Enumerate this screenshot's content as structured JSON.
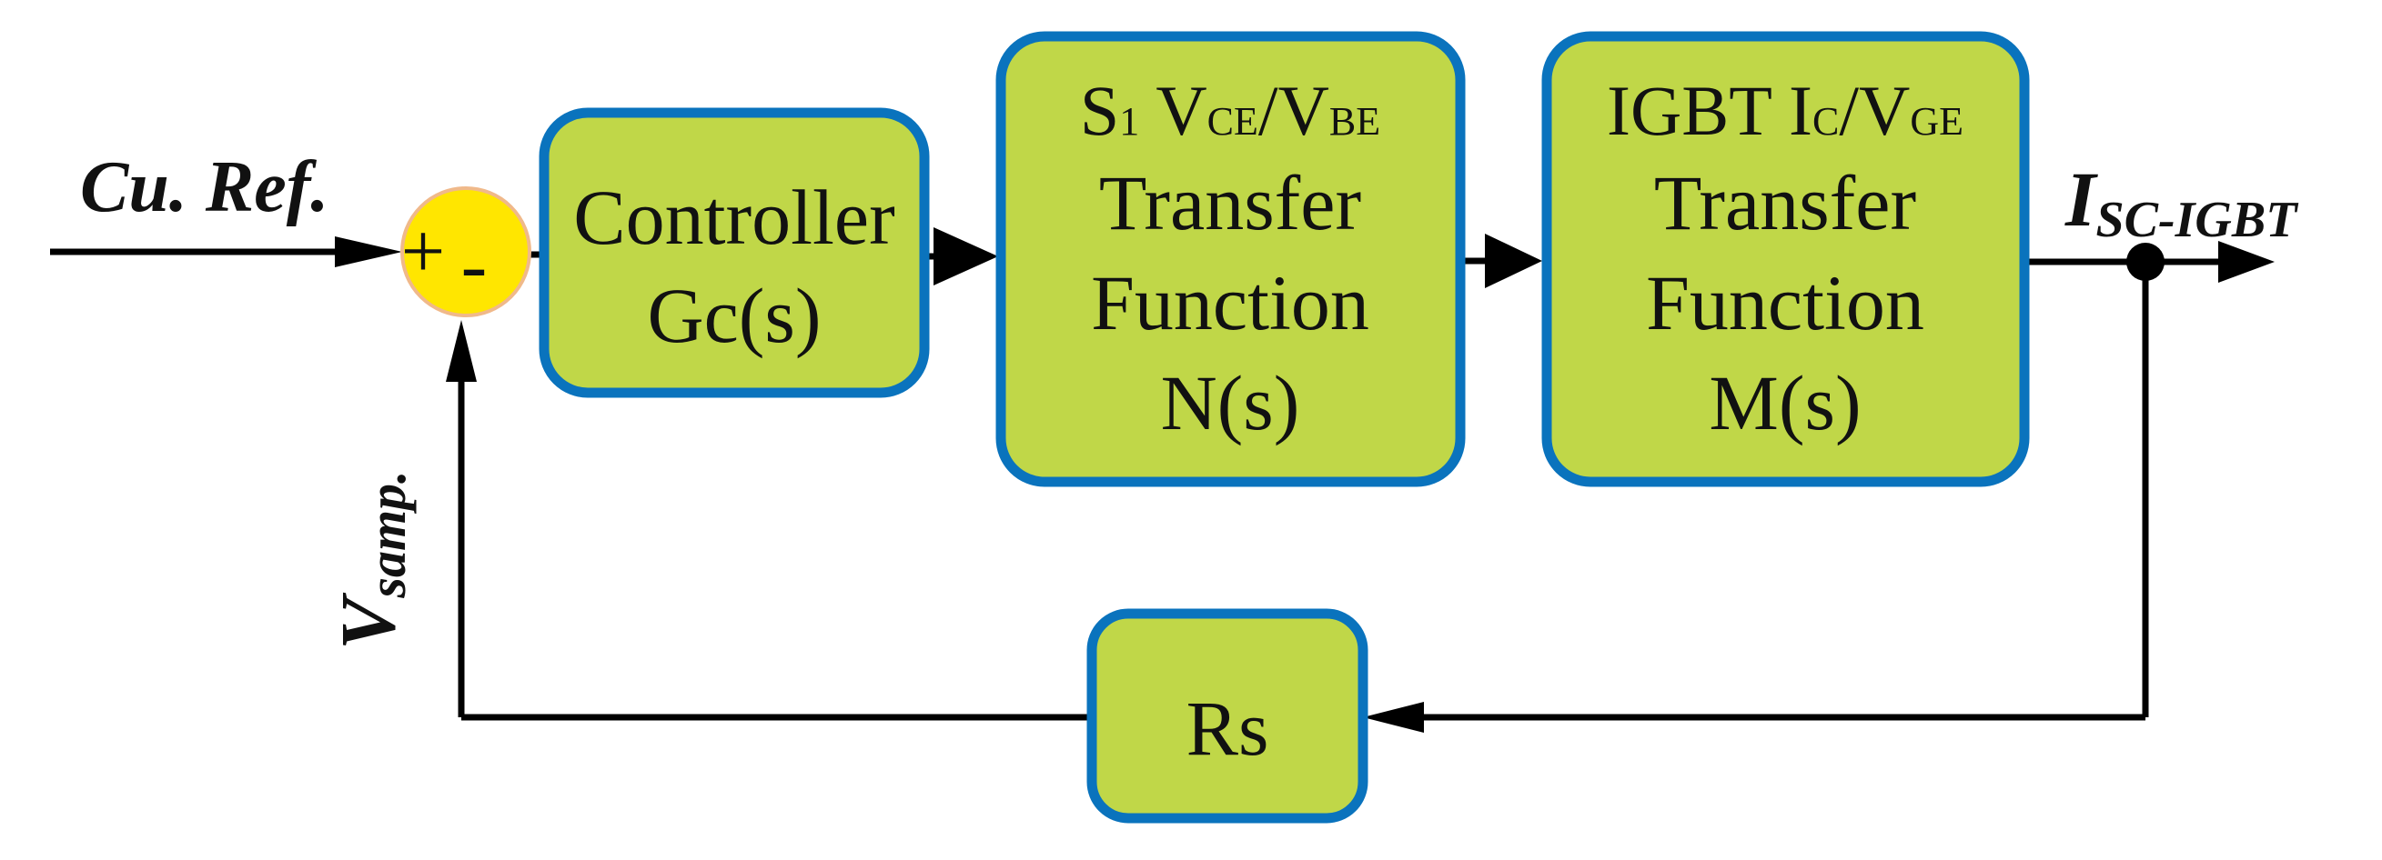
{
  "diagram": {
    "colors": {
      "block_fill": "#c0d748",
      "block_border": "#0a73bd",
      "summer_fill": "#ffe600",
      "summer_border": "#f0b98a",
      "line": "#000000"
    },
    "input_label": "Cu. Ref.",
    "output_label": {
      "main": "I",
      "sub": "SC-IGBT"
    },
    "feedback_label": {
      "main": "V",
      "sub": "samp."
    },
    "summer": {
      "plus": "+",
      "minus": "-"
    },
    "blocks": {
      "controller": {
        "line1": "Controller",
        "line2": "Gc(s)"
      },
      "switch_tf": {
        "line1": {
          "a": "S",
          "a_sub": "1",
          "b": " V",
          "b_sub": "CE",
          "c": "/V",
          "c_sub": "BE"
        },
        "line2": "Transfer",
        "line3": "Function",
        "line4": "N(s)"
      },
      "igbt_tf": {
        "line1": {
          "a": "IGBT I",
          "a_sub": "C",
          "b": "/V",
          "b_sub": "GE"
        },
        "line2": "Transfer",
        "line3": "Function",
        "line4": "M(s)"
      },
      "feedback": {
        "line1": "Rs"
      }
    }
  }
}
